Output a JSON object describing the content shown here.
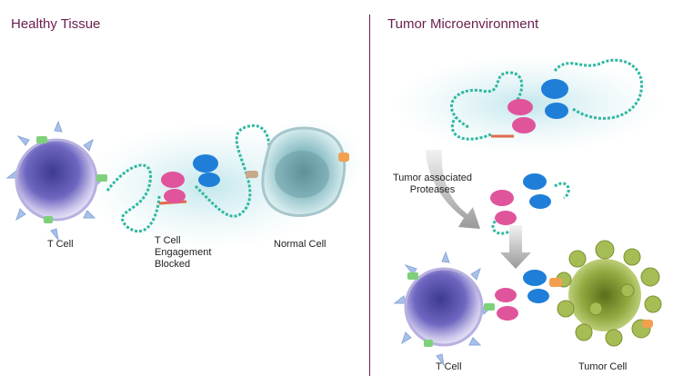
{
  "panels": {
    "left": {
      "title": "Healthy Tissue",
      "labels": {
        "t_cell": "T Cell",
        "blocked_line1": "T Cell",
        "blocked_line2": "Engagement",
        "blocked_line3": "Blocked",
        "normal_cell": "Normal Cell"
      }
    },
    "right": {
      "title": "Tumor Microenvironment",
      "labels": {
        "proteases_line1": "Tumor associated",
        "proteases_line2": "Proteases",
        "t_cell": "T Cell",
        "tumor_cell": "Tumor Cell"
      }
    }
  },
  "colors": {
    "title": "#6b1d4f",
    "t_cell": "#7d74c9",
    "linker": "#2fb8a0",
    "protein_pink": "#e0549b",
    "protein_blue": "#1f7fd8",
    "cleavage": "#e06a4a",
    "normal_cell": "#8fc5cc",
    "tumor_cell": "#8fa63a"
  }
}
